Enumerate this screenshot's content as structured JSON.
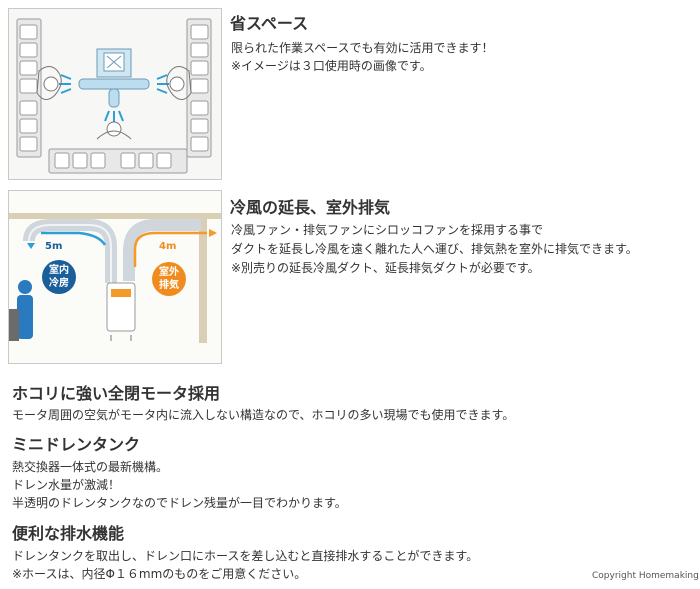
{
  "sections": {
    "space": {
      "title": "省スペース",
      "lines": [
        "限られた作業スペースでも有効に活用できます！",
        "※イメージは３口使用時の画像です。"
      ]
    },
    "cool": {
      "title": "冷風の延長、室外排気",
      "lines": [
        "冷風ファン・排気ファンにシロッコファンを採用する事で",
        "ダクトを延長し冷風を遠く離れた人へ運び、排気熱を室外に排気できます。",
        "※別売りの延長冷風ダクト、延長排気ダクトが必要です。"
      ],
      "diagram": {
        "left_distance": "5m",
        "left_badge": [
          "室内",
          "冷房"
        ],
        "right_distance": "4m",
        "right_badge": [
          "室外",
          "排気"
        ],
        "colors": {
          "cool": "#2a9fd8",
          "cool_badge": "#1a5e9a",
          "exhaust": "#f39a2b",
          "exhaust_badge": "#f08c1f"
        }
      }
    },
    "dust": {
      "title": "ホコリに強い全閉モータ採用",
      "lines": [
        "モータ周囲の空気がモータ内に流入しない構造なので、ホコリの多い現場でも使用できます。"
      ]
    },
    "tank": {
      "title": "ミニドレンタンク",
      "lines": [
        "熱交換器一体式の最新機構。",
        "ドレン水量が激減！",
        "半透明のドレンタンクなのでドレン残量が一目でわかります。"
      ]
    },
    "drain": {
      "title": "便利な排水機能",
      "lines": [
        "ドレンタンクを取出し、ドレン口にホースを差し込むと直接排水することができます。",
        "※ホースは、内径Φ１６mmのものをご用意ください。"
      ]
    }
  },
  "copyright": "Copyright Homemaking"
}
